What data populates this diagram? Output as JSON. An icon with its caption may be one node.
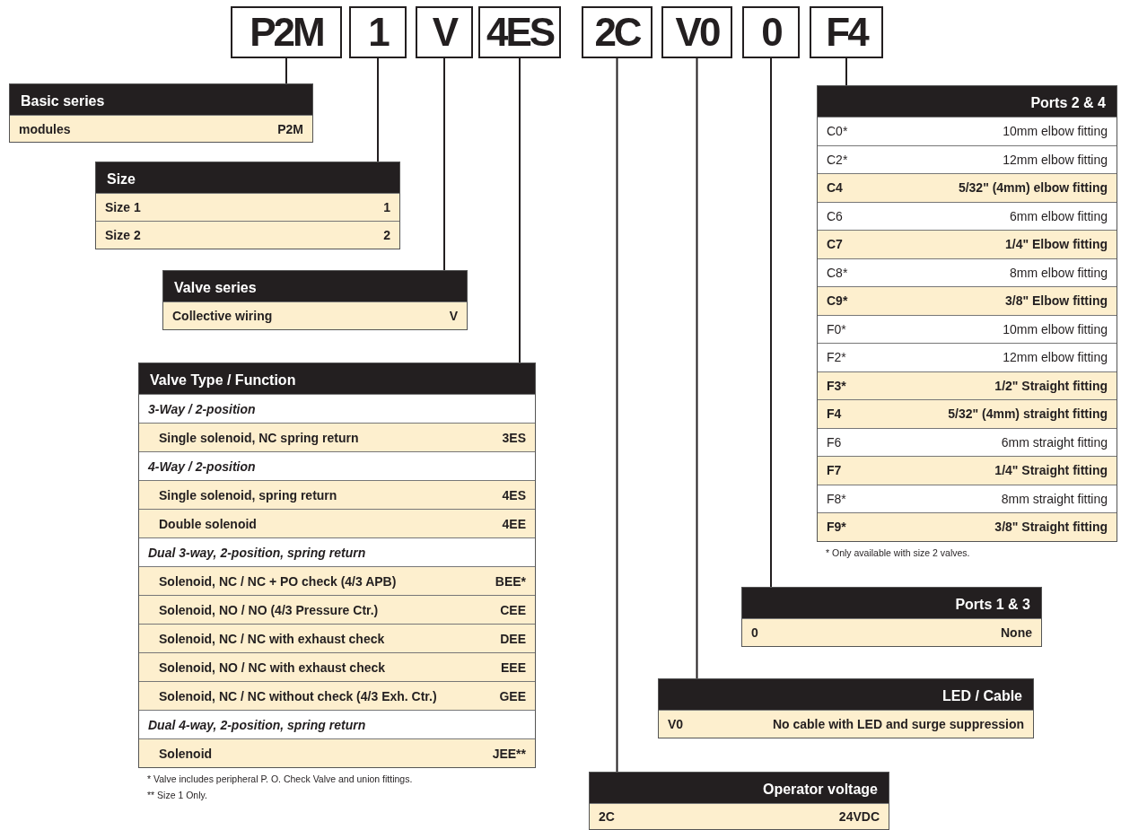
{
  "diagram": {
    "nodes": [
      {
        "text": [
          "P2M"
        ]
      },
      {
        "text": [
          "1"
        ]
      },
      {
        "text": [
          "V"
        ]
      },
      {
        "text": [
          "4ES"
        ]
      },
      {
        "text": [
          "2C"
        ]
      },
      {
        "text": [
          "V0"
        ]
      },
      {
        "text": [
          "0"
        ]
      },
      {
        "text": [
          "F4"
        ]
      },
      {
        "text": [
          "Basic series"
        ]
      },
      {
        "text": [
          "modules",
          "P2M"
        ],
        "in": 8
      },
      {
        "text": [
          "Size"
        ]
      },
      {
        "text": [
          "Size 1",
          "1"
        ],
        "in": 10
      },
      {
        "text": [
          "Size 2",
          "2"
        ],
        "in": 10
      },
      {
        "text": [
          "Valve series"
        ]
      },
      {
        "text": [
          "Collective wiring",
          "V"
        ],
        "in": 13
      },
      {
        "text": [
          "Valve Type / Function"
        ],
        "beside": [
          "* Valve includes peripheral P. O. Check Valve and union fittings.",
          "** Size 1 Only."
        ]
      },
      {
        "text": [
          "3-Way / 2-position"
        ],
        "in": 15
      },
      {
        "text": [
          "Single solenoid, NC spring return",
          "3ES"
        ],
        "in": 15
      },
      {
        "text": [
          "4-Way / 2-position"
        ],
        "in": 15
      },
      {
        "text": [
          "Single solenoid, spring return",
          "4ES"
        ],
        "in": 15
      },
      {
        "text": [
          "Double solenoid",
          "4EE"
        ],
        "in": 15
      },
      {
        "text": [
          "Dual 3-way, 2-position, spring return"
        ],
        "in": 15
      },
      {
        "text": [
          "Solenoid, NC / NC + PO check (4/3 APB)",
          "BEE*"
        ],
        "in": 15
      },
      {
        "text": [
          "Solenoid, NO / NO (4/3 Pressure Ctr.)",
          "CEE"
        ],
        "in": 15
      },
      {
        "text": [
          "Solenoid, NC / NC with exhaust check",
          "DEE"
        ],
        "in": 15
      },
      {
        "text": [
          "Solenoid, NO / NC with exhaust check",
          "EEE"
        ],
        "in": 15
      },
      {
        "text": [
          "Solenoid, NC / NC without check (4/3 Exh. Ctr.)",
          "GEE"
        ],
        "in": 15
      },
      {
        "text": [
          "Dual 4-way, 2-position, spring return"
        ],
        "in": 15
      },
      {
        "text": [
          "Solenoid",
          "JEE**"
        ],
        "in": 15
      },
      {
        "text": [
          "Ports 2 & 4"
        ],
        "beside": [
          "* Only available with size 2 valves."
        ]
      },
      {
        "text": [
          "C0*",
          "10mm elbow fitting"
        ],
        "in": 29
      },
      {
        "text": [
          "C2*",
          "12mm elbow fitting"
        ],
        "in": 29
      },
      {
        "text": [
          "C4",
          "5/32\" (4mm) elbow fitting"
        ],
        "in": 29
      },
      {
        "text": [
          "C6",
          "6mm elbow fitting"
        ],
        "in": 29
      },
      {
        "text": [
          "C7",
          "1/4\" Elbow fitting"
        ],
        "in": 29
      },
      {
        "text": [
          "C8*",
          "8mm elbow fitting"
        ],
        "in": 29
      },
      {
        "text": [
          "C9*",
          "3/8\" Elbow fitting"
        ],
        "in": 29
      },
      {
        "text": [
          "F0*",
          "10mm elbow fitting"
        ],
        "in": 29
      },
      {
        "text": [
          "F2*",
          "12mm elbow fitting"
        ],
        "in": 29
      },
      {
        "text": [
          "F3*",
          "1/2\" Straight fitting"
        ],
        "in": 29
      },
      {
        "text": [
          "F4",
          "5/32\" (4mm) straight fitting"
        ],
        "in": 29
      },
      {
        "text": [
          "F6",
          "6mm straight fitting"
        ],
        "in": 29
      },
      {
        "text": [
          "F7",
          "1/4\" Straight fitting"
        ],
        "in": 29
      },
      {
        "text": [
          "F8*",
          "8mm straight fitting"
        ],
        "in": 29
      },
      {
        "text": [
          "F9*",
          "3/8\" Straight fitting"
        ],
        "in": 29
      },
      {
        "text": [
          "Ports 1 & 3"
        ]
      },
      {
        "text": [
          "0",
          "None"
        ],
        "in": 45
      },
      {
        "text": [
          "LED / Cable"
        ]
      },
      {
        "text": [
          "V0",
          "No cable with LED and surge suppression"
        ],
        "in": 47
      },
      {
        "text": [
          "Operator voltage"
        ]
      },
      {
        "text": [
          "2C",
          "24VDC"
        ],
        "in": 49
      }
    ],
    "edges": [
      {
        "from": 0,
        "to": 8,
        "arrow": "none"
      },
      {
        "from": 1,
        "to": 10,
        "arrow": "none"
      },
      {
        "from": 2,
        "to": 13,
        "arrow": "none"
      },
      {
        "from": 3,
        "to": 15,
        "arrow": "none"
      },
      {
        "from": 4,
        "to": 49,
        "arrow": "none"
      },
      {
        "from": 5,
        "to": 47,
        "arrow": "none"
      },
      {
        "from": 6,
        "to": 45,
        "arrow": "none"
      },
      {
        "from": 7,
        "to": 29,
        "arrow": "none"
      }
    ]
  }
}
